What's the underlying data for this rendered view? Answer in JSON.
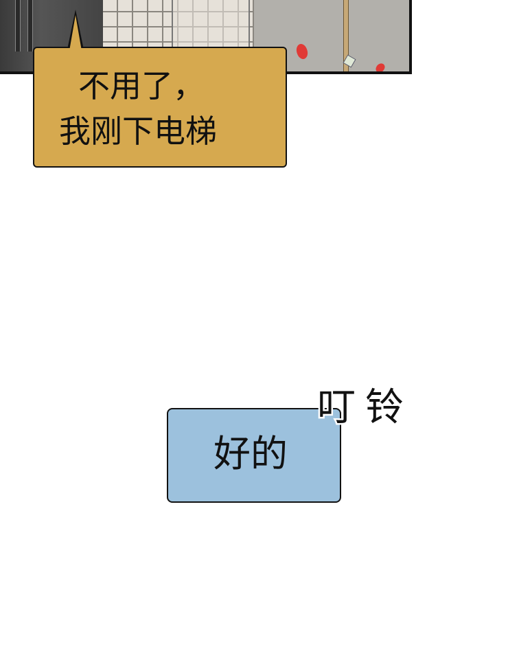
{
  "dialogue": {
    "bubble_1": {
      "line_1": "不用了，",
      "line_2": "我刚下电梯"
    },
    "bubble_2": {
      "text": "好的"
    }
  },
  "sound_effect": {
    "text": "叮铃"
  },
  "colors": {
    "bubble_1_fill": "#d6a94f",
    "bubble_2_fill": "#9cc1dd",
    "petal": "#e03a36"
  }
}
